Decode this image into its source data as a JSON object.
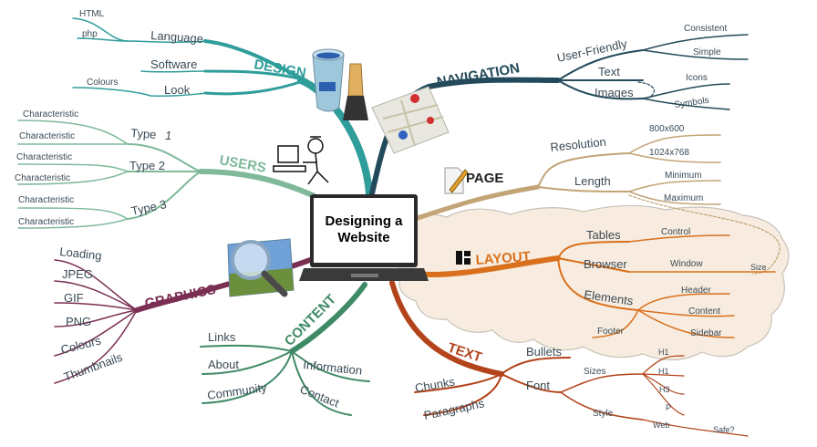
{
  "center": {
    "line1": "Designing a",
    "line2": "Website"
  },
  "colors": {
    "design": "#2f9d9a",
    "navigation": "#234a5a",
    "page": "#c2a476",
    "layout": "#d9701d",
    "text": "#b3431a",
    "content": "#3f8a66",
    "graphics": "#7a2f53",
    "users": "#7fb99a"
  },
  "design": {
    "title": "DESIGN",
    "language": "Language",
    "html": "HTML",
    "php": "php",
    "software": "Software",
    "look": "Look",
    "colours": "Colours"
  },
  "users": {
    "title": "USERS",
    "type1": "Type",
    "type1_num": "1",
    "type2": "Type 2",
    "type3": "Type 3",
    "characteristic": "Characteristic"
  },
  "graphics": {
    "title": "GRAPHICS",
    "items": [
      "Loading",
      "JPEG",
      "GIF",
      "PNG",
      "Colours",
      "Thumbnails"
    ]
  },
  "content": {
    "title": "CONTENT",
    "links": "Links",
    "about": "About",
    "community": "Community",
    "information": "Information",
    "contact": "Contact"
  },
  "text": {
    "title": "TEXT",
    "bullets": "Bullets",
    "chunks": "Chunks",
    "paragraphs": "Paragraphs",
    "font": "Font",
    "sizes": "Sizes",
    "h1a": "H1",
    "h1b": "H1",
    "h3": "H3",
    "p": "P",
    "style": "Style",
    "web": "Web",
    "safe": "Safe?"
  },
  "layout": {
    "title": "LAYOUT",
    "tables": "Tables",
    "control": "Control",
    "browser": "Browser",
    "window": "Window",
    "size": "Size",
    "elements": "Elements",
    "header": "Header",
    "content": "Content",
    "sidebar": "Sidebar",
    "footer": "Footer"
  },
  "page": {
    "title": "PAGE",
    "resolution": "Resolution",
    "res1": "800x600",
    "res2": "1024x768",
    "length": "Length",
    "minimum": "Minimum",
    "maximum": "Maximum"
  },
  "navigation": {
    "title": "NAVIGATION",
    "user_friendly": "User-Friendly",
    "consistent": "Consistent",
    "simple": "Simple",
    "text": "Text",
    "images": "Images",
    "icons": "Icons",
    "symbols": "Symbols"
  },
  "icons": {
    "design": "paint-bucket-icon",
    "navigation": "map-icon",
    "page": "page-pencil-icon",
    "layout": "layout-grid-icon",
    "graphics": "magnifier-picture-icon",
    "users": "person-at-computer-icon",
    "center": "laptop-icon"
  }
}
